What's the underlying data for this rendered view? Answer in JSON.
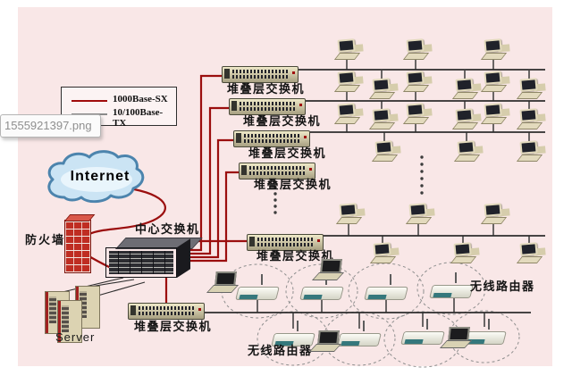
{
  "tooltip": {
    "filename": "1555921397.png"
  },
  "legend": {
    "item1": {
      "label": "1000Base-SX",
      "color": "#a00b0b"
    },
    "item2": {
      "label": "10/100Base-TX",
      "color": "#8a8a8a"
    }
  },
  "nodes": {
    "internet_label": "Internet",
    "firewall_label": "防火墙",
    "core_switch_label": "中心交换机",
    "stack_switch_label": "堆叠层交换机",
    "server_label": "Server",
    "wireless_router_label": "无线路由器"
  },
  "colors": {
    "canvas_background": "#f9e7e7",
    "red_link": "#9b0e0e",
    "ethernet_line": "#2e2e2e",
    "legend_gray": "#8a8a8a",
    "cloud_fill": "#cbe4f4"
  }
}
